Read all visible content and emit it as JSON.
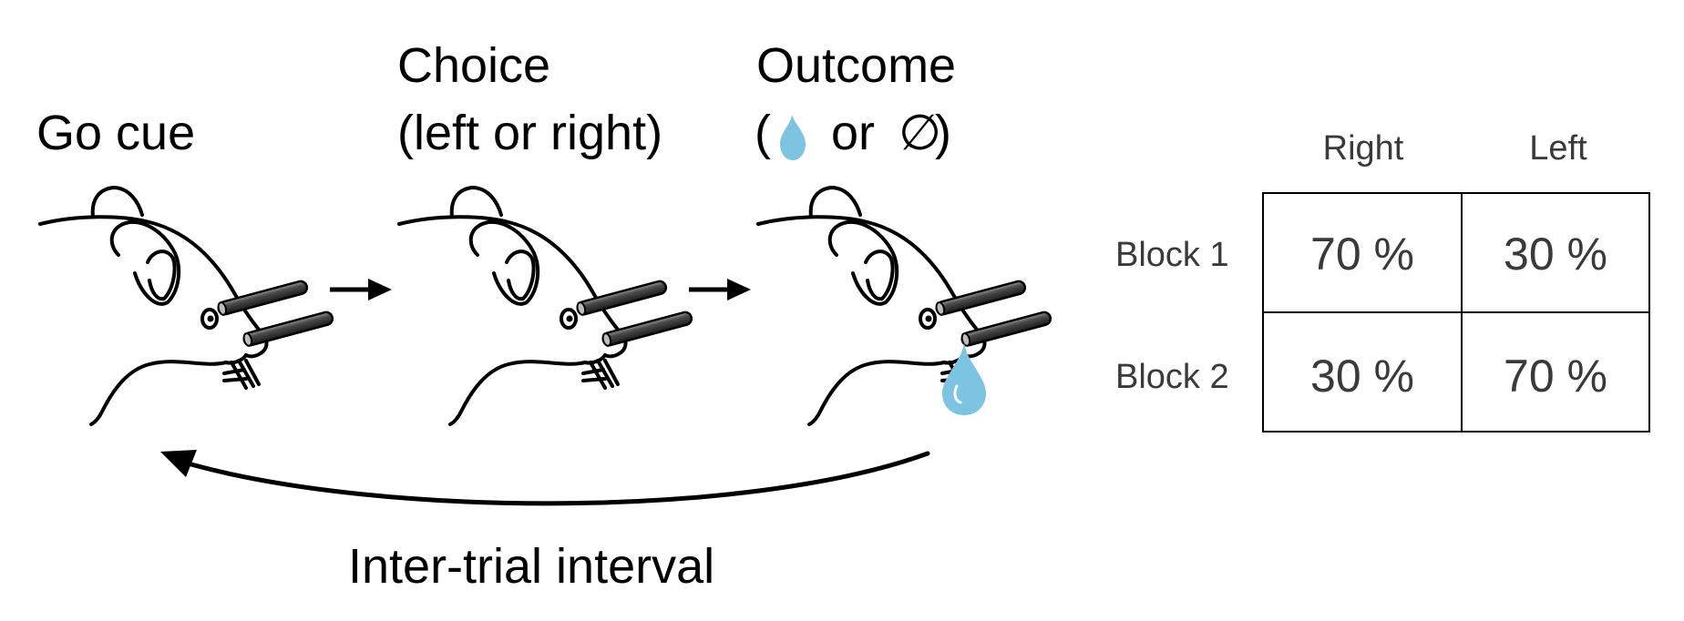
{
  "stages": [
    {
      "title": "Go cue",
      "subtitle": ""
    },
    {
      "title": "Choice",
      "subtitle": "(left or right)"
    },
    {
      "title": "Outcome",
      "subtitle_open": "(",
      "subtitle_or": "or",
      "subtitle_null": "∅",
      "subtitle_close": ")"
    }
  ],
  "loop_label": "Inter-trial interval",
  "table": {
    "columns": [
      "Right",
      "Left"
    ],
    "rows": [
      {
        "label": "Block 1",
        "values": [
          "70 %",
          "30 %"
        ]
      },
      {
        "label": "Block 2",
        "values": [
          "30 %",
          "70 %"
        ]
      }
    ]
  },
  "colors": {
    "water": "#7cc4e2",
    "line": "#000000",
    "table_text": "#3a3a3a"
  },
  "icons": [
    "mouse-head-icon",
    "lick-spout-icon",
    "water-drop-icon",
    "arrow-right-icon",
    "loop-arrow-icon"
  ]
}
